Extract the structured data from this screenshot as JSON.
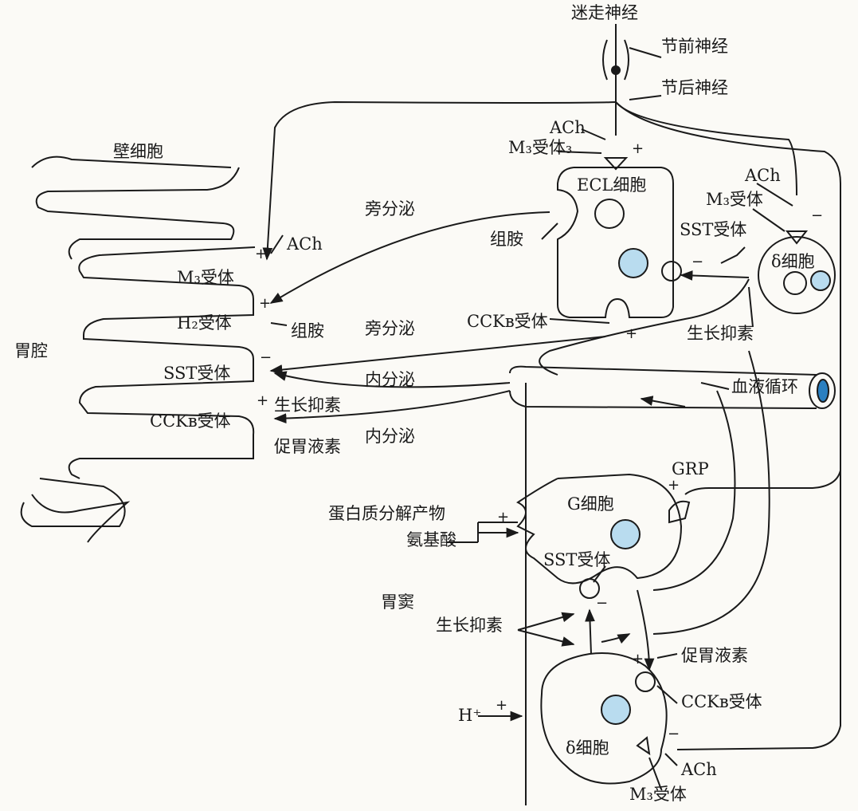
{
  "labels": {
    "vagus": "迷走神经",
    "preganglionic": "节前神经",
    "postganglionic": "节后神经",
    "ach_top": "ACh",
    "m3_ecl": "M₃受体₃",
    "ecl_cell": "ECL细胞",
    "ach_delta": "ACh",
    "m3_delta": "M₃受体",
    "sst_receptor_ecl": "SST受体",
    "delta_cell_top": "δ细胞",
    "histamine_ecl": "组胺",
    "paracrine_1": "旁分泌",
    "parietal_cell": "壁细胞",
    "ach_parietal": "ACh",
    "m3_parietal": "M₃受体",
    "h2_receptor": "H₂受体",
    "histamine_parietal": "组胺",
    "paracrine_2": "旁分泌",
    "cckb_ecl": "CCKʙ受体",
    "somatostatin_top": "生长抑素",
    "stomach_lumen": "胃腔",
    "sst_parietal": "SST受体",
    "endocrine_1": "内分泌",
    "blood": "血液循环",
    "somatostatin_parietal": "生长抑素",
    "cckb_parietal": "CCKʙ受体",
    "gastrin_parietal": "促胃液素",
    "endocrine_2": "内分泌",
    "grp": "GRP",
    "g_cell": "G细胞",
    "protein_products": "蛋白质分解产物",
    "amino_acids": "氨基酸",
    "sst_g": "SST受体",
    "antrum": "胃窦",
    "somatostatin_antrum": "生长抑素",
    "gastrin_antrum": "促胃液素",
    "cckb_antrum": "CCKʙ受体",
    "h_plus": "H⁺",
    "delta_cell_bottom": "δ细胞",
    "ach_bottom": "ACh",
    "m3_bottom": "M₃受体"
  },
  "colors": {
    "nucleus": "#b9dcef",
    "line": "#1a1a1a",
    "blood_lumen": "#2a7fc0"
  }
}
